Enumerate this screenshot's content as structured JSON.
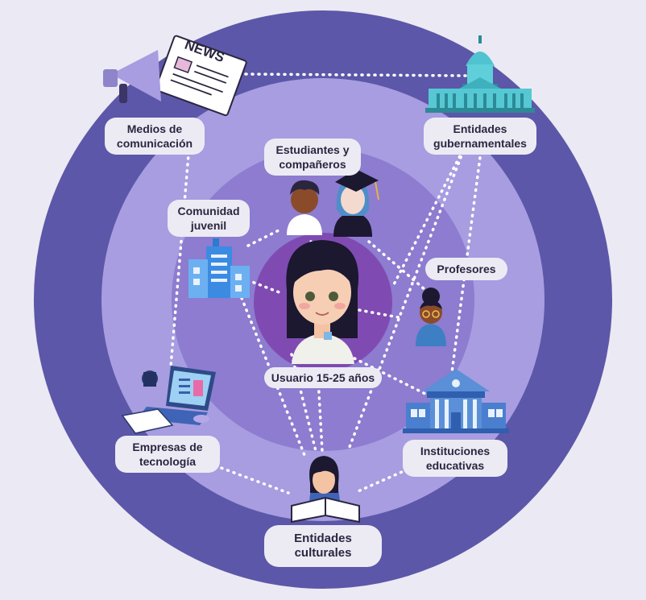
{
  "colors": {
    "background": "#ebe9f3",
    "ring_outer": "#5c57a8",
    "ring_middle": "#a79de0",
    "ring_inner": "#8d7ccf",
    "center": "#7f4bb2",
    "label_bg": "#ecebf4",
    "dotted_line": "#ffffff"
  },
  "center": {
    "label": "Usuario 15-25 años"
  },
  "nodes": {
    "medios": {
      "label": "Medios de\ncomunicación",
      "icon": "newspaper-megaphone-icon"
    },
    "gobierno": {
      "label": "Entidades\ngubernamentales",
      "icon": "capitol-building-icon"
    },
    "estudiantes": {
      "label": "Estudiantes y\ncompañeros",
      "icon": "students-icon"
    },
    "comunidad": {
      "label": "Comunidad\njuvenil",
      "icon": "office-building-icon"
    },
    "profesores": {
      "label": "Profesores",
      "icon": "teacher-icon"
    },
    "empresas": {
      "label": "Empresas de\ntecnología",
      "icon": "laptop-icon"
    },
    "instituciones": {
      "label": "Instituciones\neducativas",
      "icon": "university-building-icon"
    },
    "culturales": {
      "label": "Entidades\nculturales",
      "icon": "reading-person-icon"
    }
  }
}
